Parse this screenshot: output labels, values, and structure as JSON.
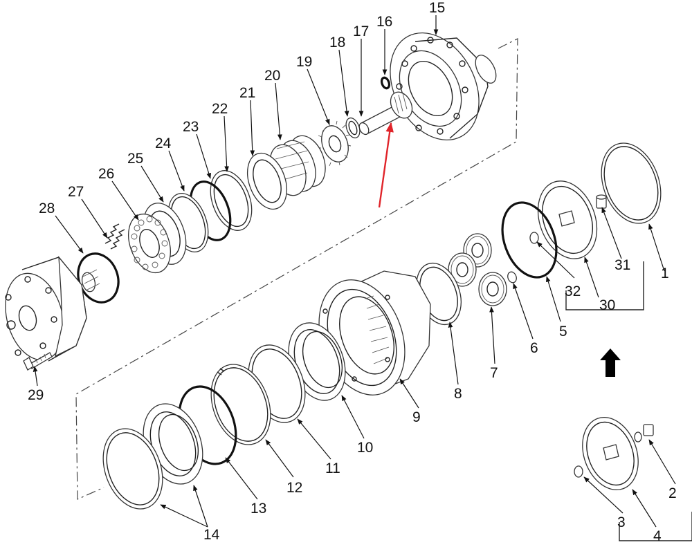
{
  "labels": {
    "p1": "1",
    "p2": "2",
    "p3": "3",
    "p4": "4",
    "p5": "5",
    "p6": "6",
    "p7": "7",
    "p8": "8",
    "p9": "9",
    "p10": "10",
    "p11": "11",
    "p12": "12",
    "p13": "13",
    "p14": "14",
    "p15": "15",
    "p16": "16",
    "p17": "17",
    "p18": "18",
    "p19": "19",
    "p20": "20",
    "p21": "21",
    "p22": "22",
    "p23": "23",
    "p24": "24",
    "p25": "25",
    "p26": "26",
    "p27": "27",
    "p28": "28",
    "p29": "29",
    "p30": "30",
    "p31": "31",
    "p32": "32"
  },
  "colors": {
    "line": "#222222",
    "highlight_arrow": "#e0242a",
    "background": "#ffffff"
  },
  "icons": {
    "direction_arrow": "up-arrow-icon",
    "highlight": "red-pointer-arrow-icon"
  }
}
